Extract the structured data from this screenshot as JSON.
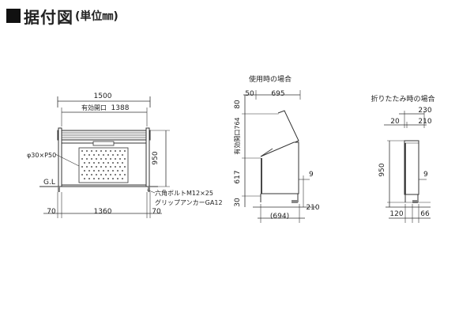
{
  "header": {
    "title": "据付図",
    "unit": "(単位㎜)"
  },
  "front_view": {
    "width_total": "1500",
    "opening_label": "有効開口",
    "opening_value": "1388",
    "height": "950",
    "base_left": "70",
    "base_center": "1360",
    "base_right": "70",
    "post_label": "φ30×P50",
    "ground_label": "G.L",
    "bolt_label": "六角ボルトM12×25",
    "anchor_label": "グリップアンカーGA12"
  },
  "side_open_view": {
    "caption": "使用時の場合",
    "top_left": "50",
    "top_right": "695",
    "h_top": "80",
    "opening_vertical": "有効開口764",
    "h_mid": "617",
    "h_bottom": "30",
    "offset_right": "9",
    "bottom_right": "210",
    "bottom_depth": "(694)"
  },
  "side_folded_view": {
    "caption": "折りたたみ時の場合",
    "top_total": "230",
    "top_left": "20",
    "top_right": "210",
    "height": "950",
    "offset_right": "9",
    "bottom_left": "120",
    "bottom_right": "66"
  }
}
